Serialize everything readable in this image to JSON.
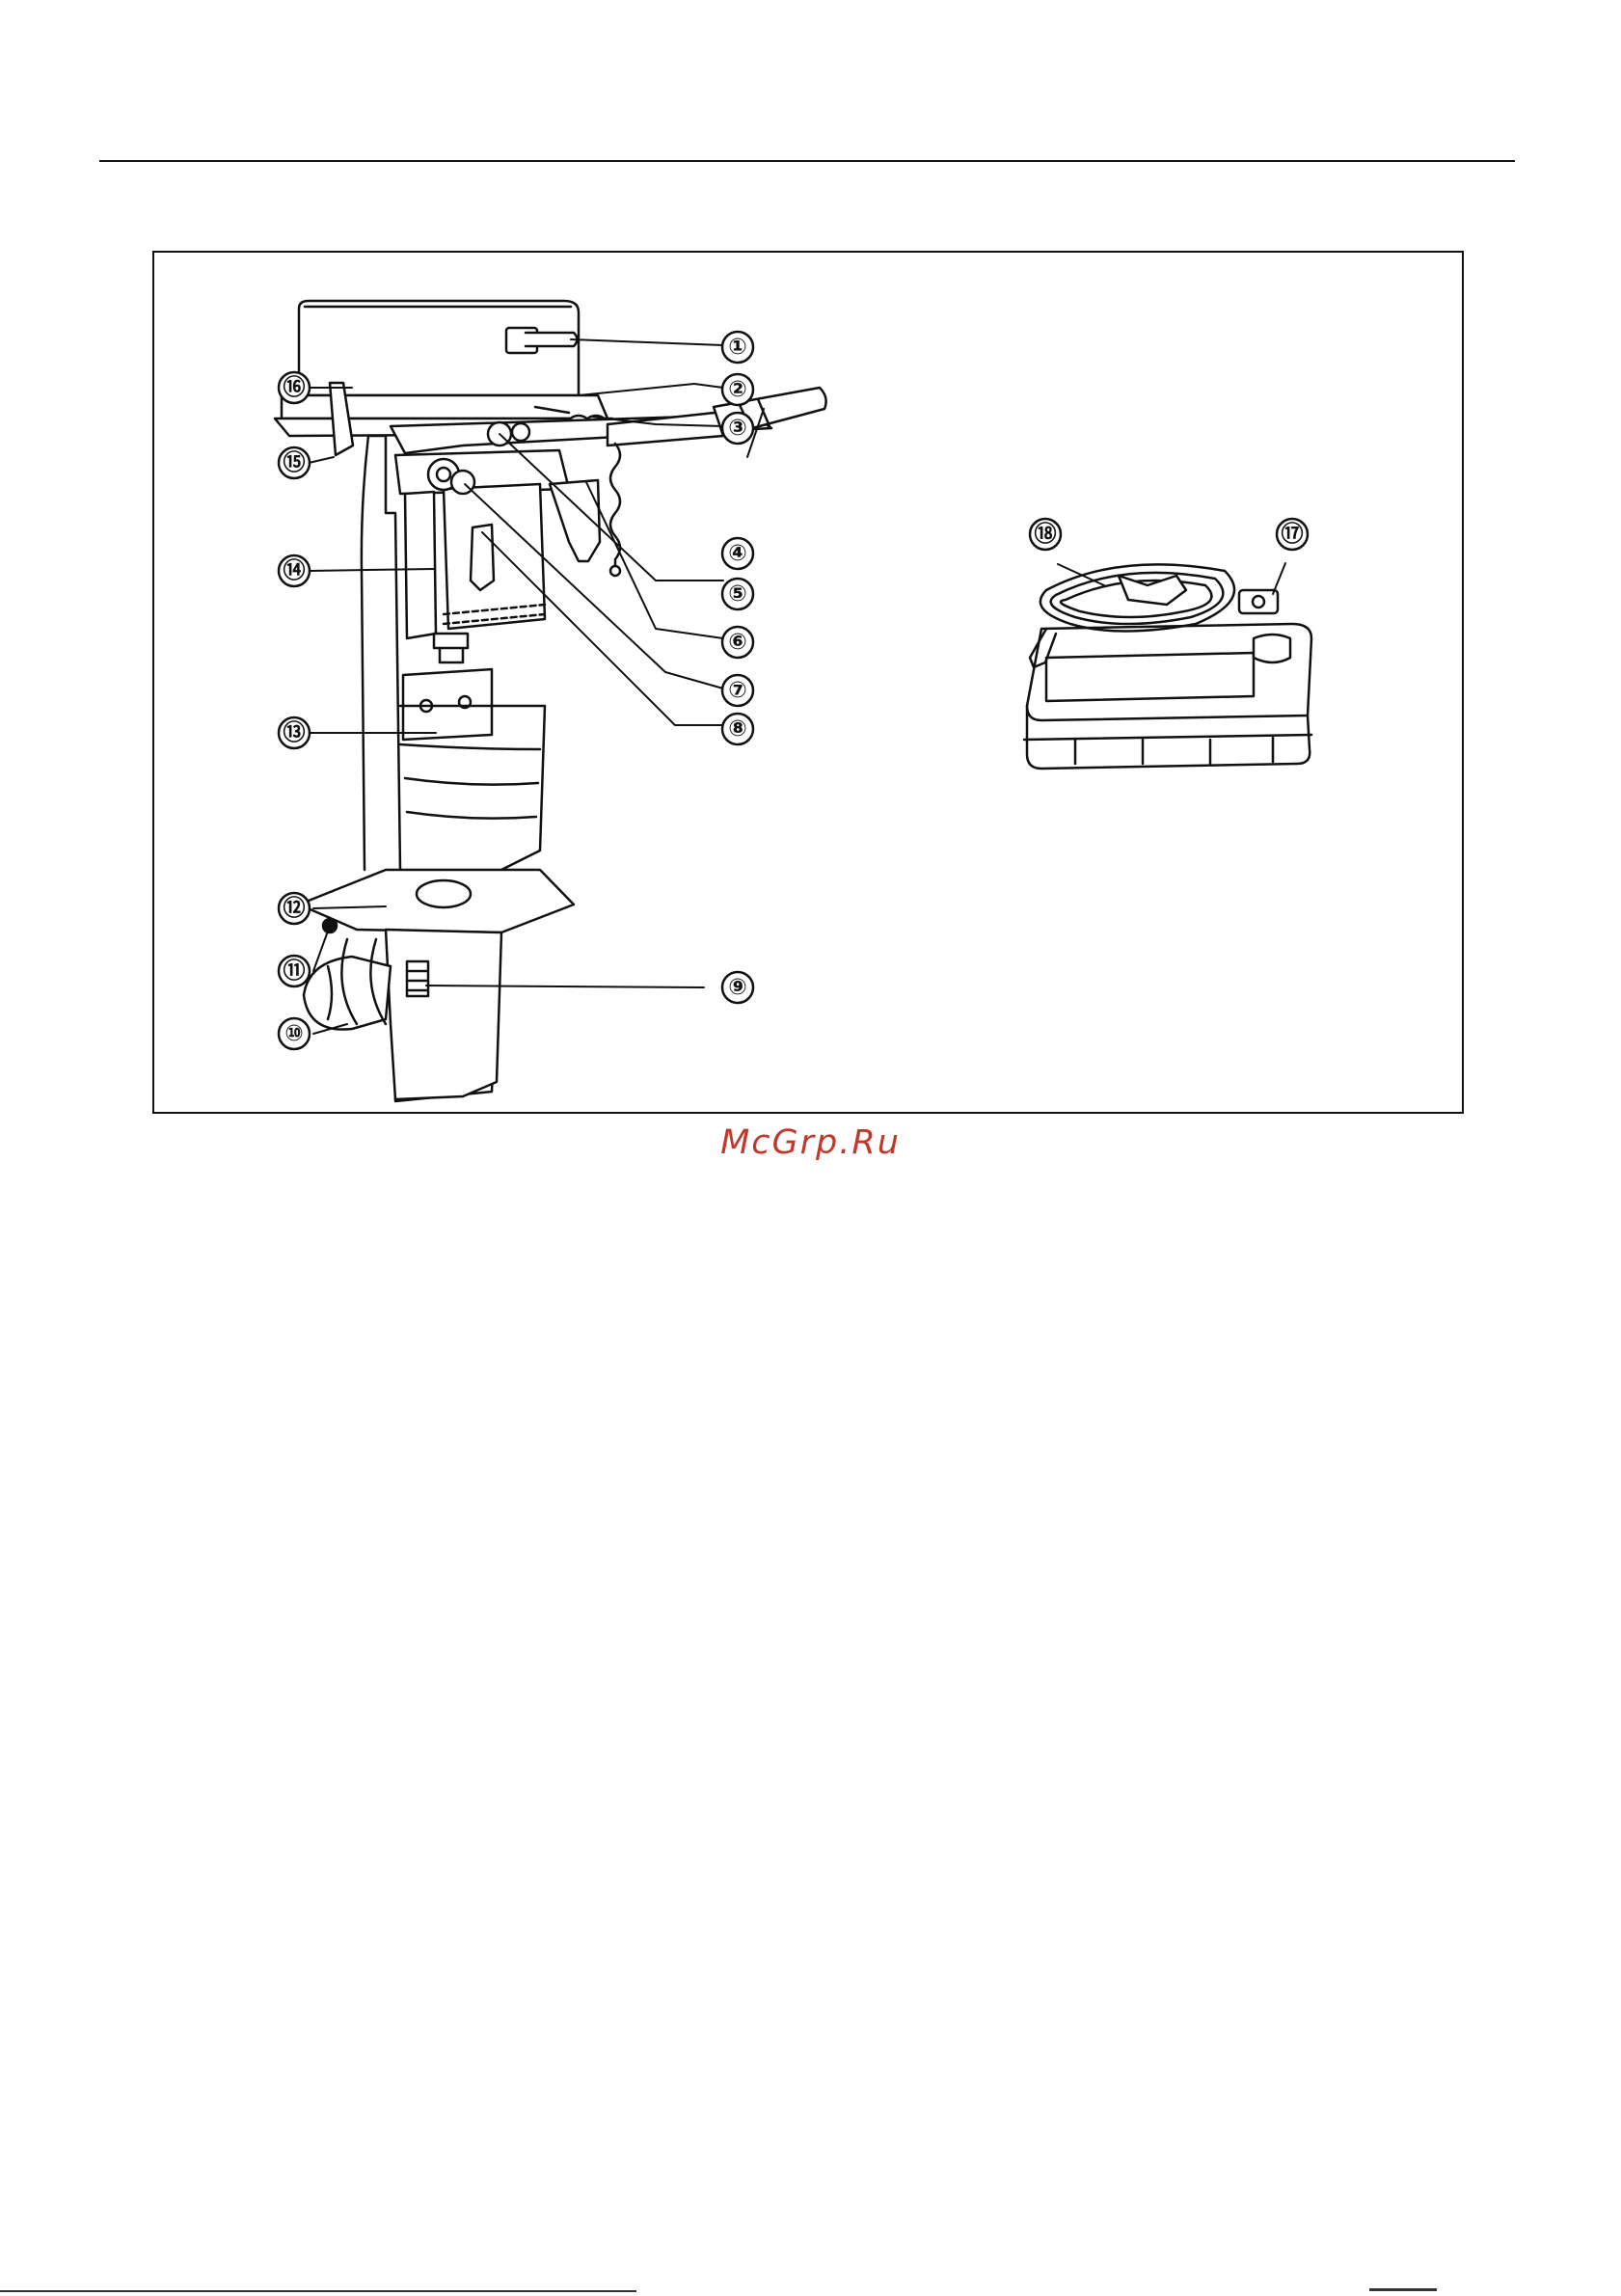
{
  "figure": {
    "callouts": [
      {
        "label": "①"
      },
      {
        "label": "②"
      },
      {
        "label": "③"
      },
      {
        "label": "④"
      },
      {
        "label": "⑤"
      },
      {
        "label": "⑥"
      },
      {
        "label": "⑦"
      },
      {
        "label": "⑧"
      },
      {
        "label": "⑨"
      },
      {
        "label": "⑩"
      },
      {
        "label": "⑪"
      },
      {
        "label": "⑫"
      },
      {
        "label": "⑬"
      },
      {
        "label": "⑭"
      },
      {
        "label": "⑮"
      },
      {
        "label": "⑯"
      },
      {
        "label": "⑰"
      },
      {
        "label": "⑱"
      }
    ]
  },
  "watermark": {
    "text": "McGrp.Ru",
    "color": "#c0392b"
  }
}
